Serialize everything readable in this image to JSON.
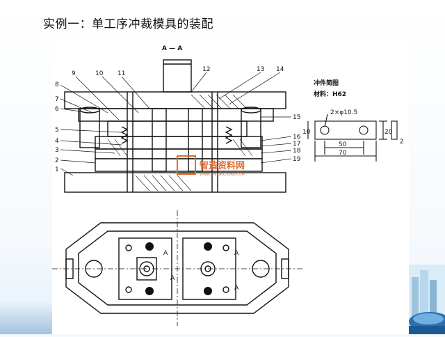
{
  "slide": {
    "title": "实例一：单工序冲裁模具的装配"
  },
  "drawing": {
    "section_label": "A — A",
    "part_sketch_title": "冲件简图",
    "material_label": "材料：H62",
    "hole_callout": "2×φ10.5",
    "dim_50": "50",
    "dim_70": "70",
    "dim_20": "20",
    "dim_10": "10",
    "dim_2": "2",
    "callouts_left": [
      "9",
      "10",
      "11",
      "8",
      "7",
      "6",
      "5",
      "4",
      "3",
      "2",
      "1"
    ],
    "callouts_right": [
      "12",
      "13",
      "14",
      "15",
      "16",
      "17",
      "18",
      "19"
    ],
    "plan_marks": [
      "A",
      "A",
      "A",
      "A"
    ],
    "watermark": "智造资料网",
    "watermark_sub": "WWW.ZHIZAOZILIAO.COM"
  },
  "colors": {
    "line": "#111111",
    "accent_bg": "#2a6fb0",
    "watermark": "#e36b2a"
  }
}
